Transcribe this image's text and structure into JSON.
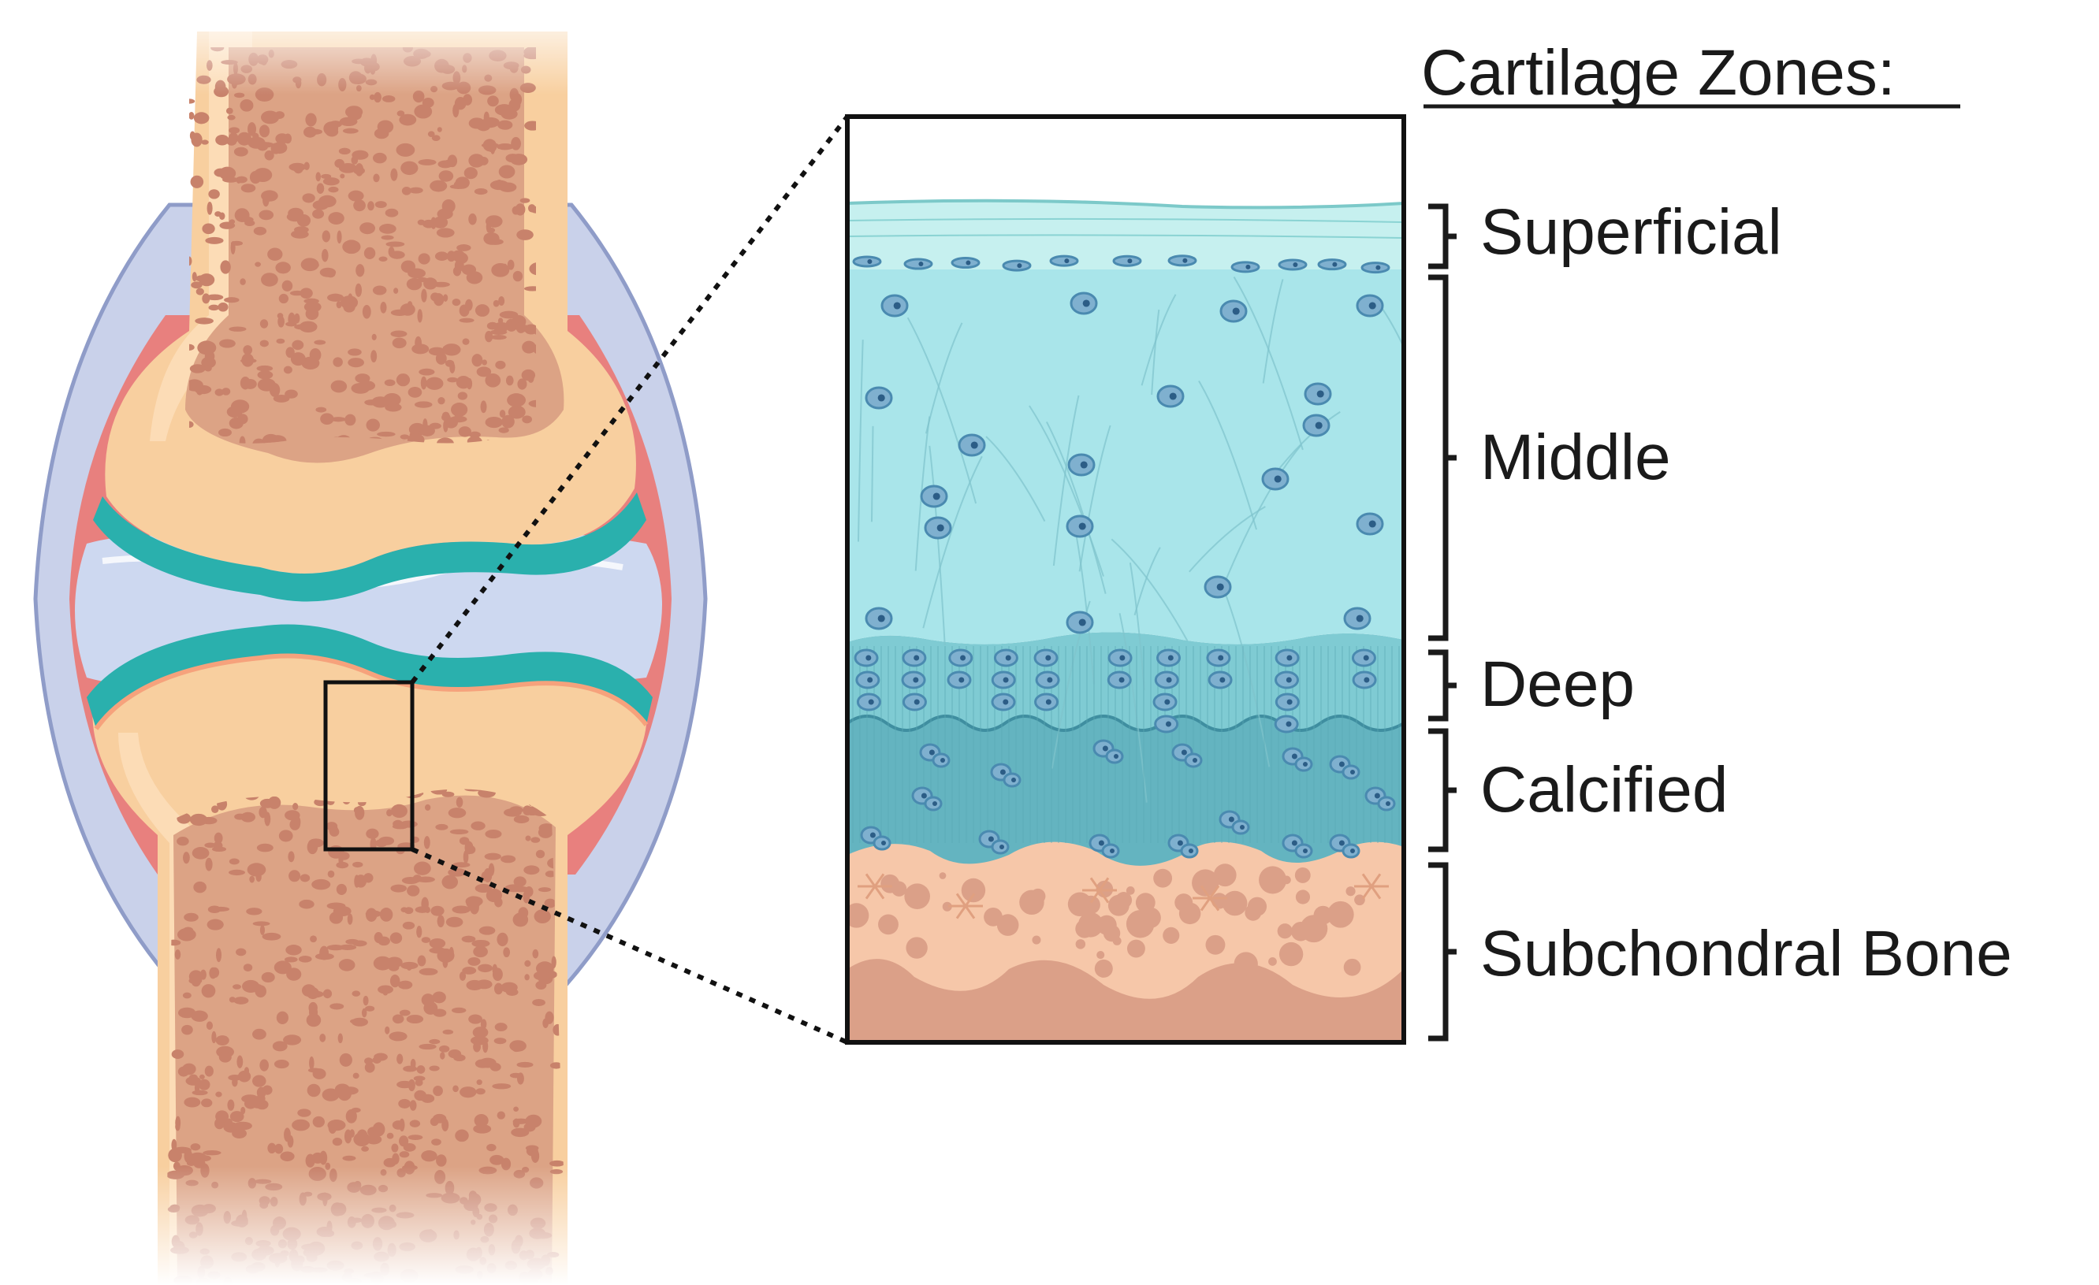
{
  "title": "Cartilage Zones:",
  "zones": [
    {
      "label": "Superficial"
    },
    {
      "label": "Middle"
    },
    {
      "label": "Deep"
    },
    {
      "label": "Calcified"
    },
    {
      "label": "Subchondral Bone"
    }
  ],
  "colors": {
    "bone_outer": "#f8cf9f",
    "bone_inner": "#dca385",
    "bone_spot": "#c8826b",
    "synovial_fluid": "#cdd8f0",
    "capsule": "#e8807e",
    "articular_cartilage": "#2ab0ad",
    "zone_superficial": "#c6f0ef",
    "zone_middle": "#a9e5ea",
    "zone_deep": "#7fcbd3",
    "zone_calcified": "#64b4c0",
    "zone_bone": "#f6c7a9",
    "chondrocyte": "#4a8ab0"
  }
}
